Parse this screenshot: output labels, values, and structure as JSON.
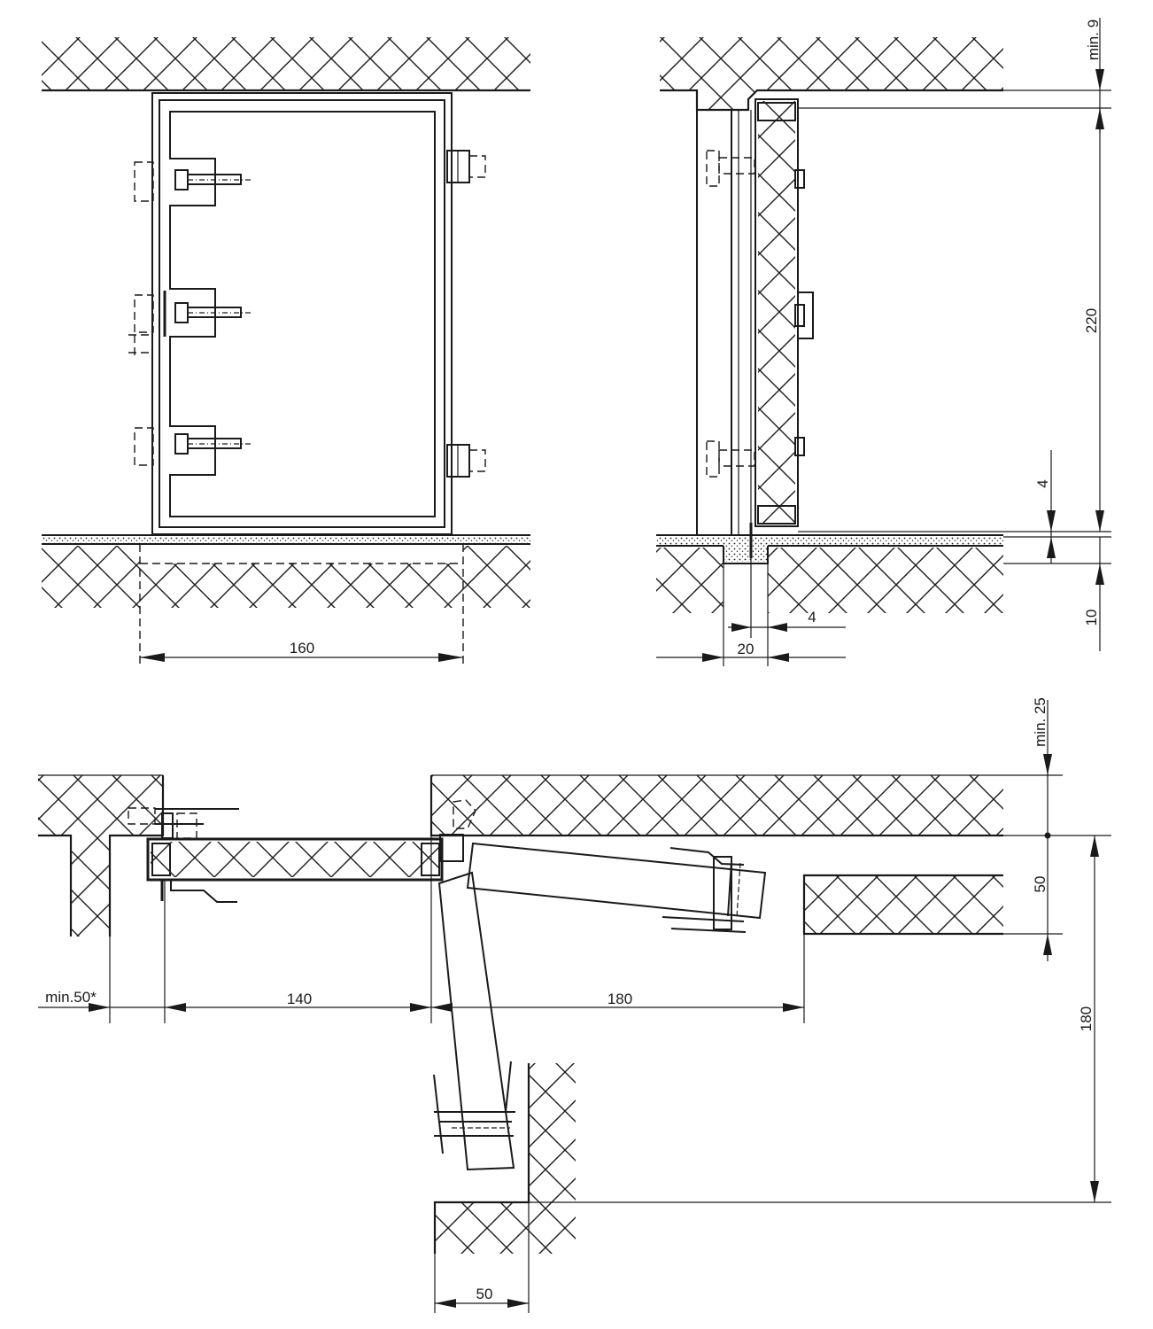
{
  "front_view": {
    "dim_width": "160"
  },
  "side_section": {
    "dim_top_clearance": "min. 9",
    "dim_height": "220",
    "dim_threshold": "4",
    "dim_floor": "10",
    "dim_gap": "4",
    "dim_depth": "20"
  },
  "plan_view": {
    "dim_top_clearance": "min. 25",
    "dim_wall_depth": "50",
    "dim_side_clearance": "min.50*",
    "dim_door_width": "140",
    "dim_swing_width": "180",
    "dim_swing_depth": "180",
    "dim_wall_thickness": "50"
  },
  "colors": {
    "ink": "#1a1a1a",
    "paper": "#ffffff"
  }
}
